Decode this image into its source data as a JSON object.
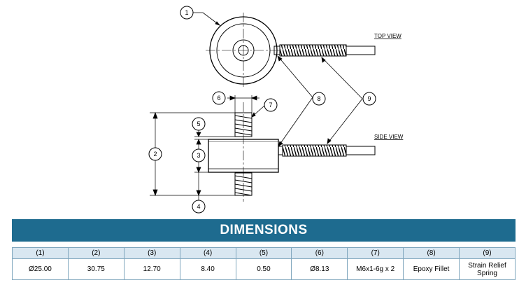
{
  "views": {
    "top": "TOP VIEW",
    "side": "SIDE VIEW"
  },
  "callouts": [
    "1",
    "2",
    "3",
    "4",
    "5",
    "6",
    "7",
    "8",
    "9"
  ],
  "banner": "DIMENSIONS",
  "table": {
    "headers": [
      "(1)",
      "(2)",
      "(3)",
      "(4)",
      "(5)",
      "(6)",
      "(7)",
      "(8)",
      "(9)"
    ],
    "values": [
      "Ø25.00",
      "30.75",
      "12.70",
      "8.40",
      "0.50",
      "Ø8.13",
      "M6x1-6g x 2",
      "Epoxy Fillet",
      "Strain Relief Spring"
    ]
  },
  "colors": {
    "banner": "#1e6b8f",
    "header_row": "#d9e7f1",
    "line": "#000000"
  }
}
